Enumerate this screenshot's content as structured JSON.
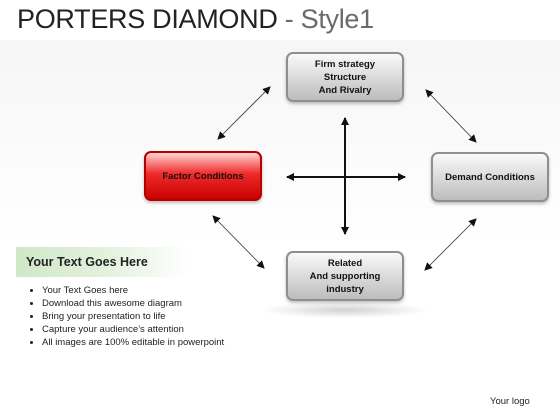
{
  "title": {
    "main": "PORTERS DIAMOND",
    "subtitle": " - Style1"
  },
  "diagram": {
    "top": "Firm strategy\nStructure\nAnd Rivalry",
    "left": "Factor Conditions",
    "right": "Demand Conditions",
    "bottom": "Related\nAnd supporting\nindustry"
  },
  "colors": {
    "highlight_box": "#e01818",
    "neutral_box": "#cfcfcf",
    "panel_head": "#d6ecd0"
  },
  "panel": {
    "heading": "Your Text Goes Here",
    "bullets": [
      "Your Text Goes here",
      "Download this awesome diagram",
      "Bring your presentation to life",
      "Capture your audience’s attention",
      "All images are 100% editable in powerpoint"
    ]
  },
  "footer": {
    "logo": "Your logo"
  }
}
